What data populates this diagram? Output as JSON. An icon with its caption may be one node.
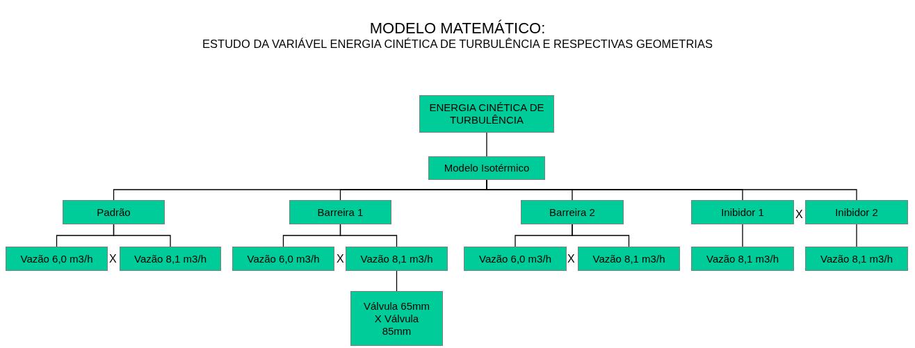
{
  "diagram": {
    "title": "MODELO MATEMÁTICO:",
    "caption": "ESTUDO DA VARIÁVEL ENERGIA CINÉTICA DE TURBULÊNCIA E RESPECTIVAS GEOMETRIAS",
    "nodes": [
      {
        "text": [
          "ENERGIA CINÉTICA DE TURBULÊNCIA"
        ]
      },
      {
        "text": [
          "Modelo Isotérmico"
        ]
      },
      {
        "text": [
          "Padrão"
        ]
      },
      {
        "text": [
          "Barreira 1"
        ]
      },
      {
        "text": [
          "Barreira 2"
        ]
      },
      {
        "text": [
          "Inibidor 1"
        ]
      },
      {
        "text": [
          "Inibidor 2"
        ]
      },
      {
        "text": [
          "Vazão 6,0 m3/h"
        ]
      },
      {
        "text": [
          "Vazão 8,1 m3/h"
        ]
      },
      {
        "text": [
          "Vazão 6,0 m3/h"
        ]
      },
      {
        "text": [
          "Vazão 8,1 m3/h"
        ]
      },
      {
        "text": [
          "Vazão 6,0 m3/h"
        ]
      },
      {
        "text": [
          "Vazão 8,1 m3/h"
        ]
      },
      {
        "text": [
          "Vazão 8,1 m3/h"
        ]
      },
      {
        "text": [
          "Vazão 8,1 m3/h"
        ]
      },
      {
        "text": [
          "Válvula 65mm X Válvula 85mm"
        ]
      }
    ],
    "edges": [
      {
        "from": 0,
        "to": 1,
        "arrow": "none"
      },
      {
        "from": 1,
        "to": 2,
        "arrow": "none"
      },
      {
        "from": 1,
        "to": 3,
        "arrow": "none"
      },
      {
        "from": 1,
        "to": 4,
        "arrow": "none"
      },
      {
        "from": 1,
        "to": 5,
        "arrow": "none"
      },
      {
        "from": 1,
        "to": 6,
        "arrow": "none"
      },
      {
        "from": 2,
        "to": 7,
        "arrow": "none"
      },
      {
        "from": 2,
        "to": 8,
        "arrow": "none"
      },
      {
        "from": 3,
        "to": 9,
        "arrow": "none"
      },
      {
        "from": 3,
        "to": 10,
        "arrow": "none"
      },
      {
        "from": 4,
        "to": 11,
        "arrow": "none"
      },
      {
        "from": 4,
        "to": 12,
        "arrow": "none"
      },
      {
        "from": 5,
        "to": 13,
        "arrow": "none"
      },
      {
        "from": 6,
        "to": 14,
        "arrow": "none"
      },
      {
        "from": 10,
        "to": 15,
        "arrow": "none"
      }
    ],
    "labels": [
      "X",
      "X",
      "X",
      "X"
    ]
  }
}
